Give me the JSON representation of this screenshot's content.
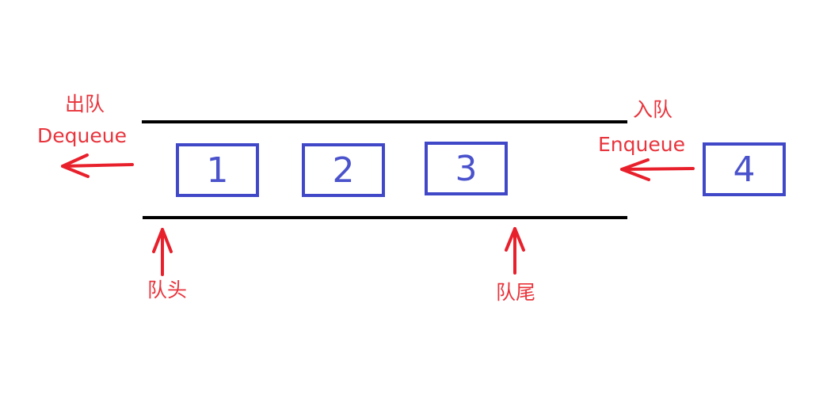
{
  "colors": {
    "rail": "#000000",
    "element_box": "#4048c8",
    "element_text": "#4a52cc",
    "annotation": "#e8343c"
  },
  "queue": {
    "elements": [
      {
        "label": "1",
        "state": "in-queue"
      },
      {
        "label": "2",
        "state": "in-queue"
      },
      {
        "label": "3",
        "state": "in-queue"
      },
      {
        "label": "4",
        "state": "incoming"
      }
    ]
  },
  "annotations": {
    "dequeue_cn": "出队",
    "dequeue_en": "Dequeue",
    "enqueue_cn": "入队",
    "enqueue_en": "Enqueue",
    "head": "队头",
    "tail": "队尾"
  }
}
